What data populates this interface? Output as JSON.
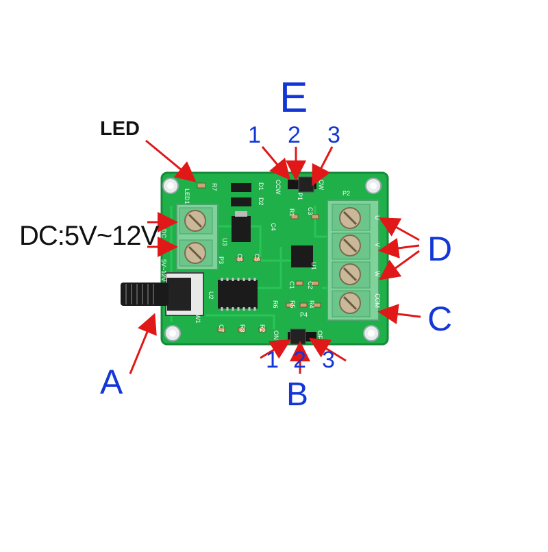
{
  "colors": {
    "pcb": "#1fb04a",
    "pcb_dark": "#168a39",
    "terminal": "#7fd29a",
    "annotation_blue": "#1336d6",
    "arrow_red": "#e01818",
    "text_black": "#111111"
  },
  "annotations": {
    "led": "LED",
    "dc": "DC:5V~12V",
    "a": "A",
    "b": "B",
    "c": "C",
    "d": "D",
    "e": "E",
    "e_pin1": "1",
    "e_pin2": "2",
    "e_pin3": "3",
    "b_pin1": "1",
    "b_pin2": "2",
    "b_pin3": "3"
  },
  "silkscreen": {
    "led1": "LED1",
    "r7": "R7",
    "d1": "D1",
    "d2": "D2",
    "ccw": "CCW",
    "cw": "CW",
    "p1": "P1",
    "p2": "P2",
    "p3": "P3",
    "p4": "P4",
    "dc": "DC",
    "range": "5V~12V",
    "u1": "U1",
    "u2": "U2",
    "u3": "U3",
    "c1": "C1",
    "c2": "C2",
    "c3": "C3",
    "c4": "C4",
    "c5": "C5",
    "c6": "C6",
    "c7": "C7",
    "r1": "R1",
    "r2": "R2",
    "r3": "R3",
    "r4": "R4",
    "r5": "R5",
    "r6": "R6",
    "w1": "W1",
    "on": "ON",
    "off": "OFF",
    "u": "U",
    "v": "V",
    "w": "W",
    "com": "COM"
  },
  "icons": [
    "screw-terminal-icon",
    "potentiometer-icon",
    "jumper-icon",
    "mounting-hole-icon",
    "arrow-icon"
  ]
}
